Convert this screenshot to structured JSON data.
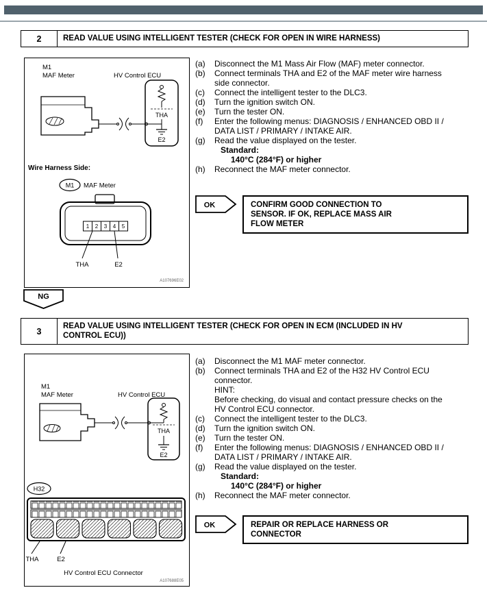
{
  "meta": {
    "top_bar_color": "#50616c"
  },
  "ng_label": "NG",
  "step2": {
    "number": "2",
    "title": "READ VALUE USING INTELLIGENT TESTER (CHECK FOR OPEN IN WIRE HARNESS)",
    "instructions": [
      {
        "id": "(a)",
        "text": "Disconnect the M1 Mass Air Flow (MAF) meter connector."
      },
      {
        "id": "(b)",
        "text": "Connect terminals THA and E2 of the MAF meter wire harness side connector."
      },
      {
        "id": "(c)",
        "text": "Connect the intelligent tester to the DLC3."
      },
      {
        "id": "(d)",
        "text": "Turn the ignition switch ON."
      },
      {
        "id": "(e)",
        "text": "Turn the tester ON."
      },
      {
        "id": "(f)",
        "text": "Enter the following menus: DIAGNOSIS / ENHANCED OBD II / DATA LIST / PRIMARY / INTAKE AIR."
      },
      {
        "id": "(g)",
        "text": "Read the value displayed on the tester."
      },
      {
        "id": "(h)",
        "text": "Reconnect the MAF meter connector."
      }
    ],
    "standard_label": "Standard:",
    "standard_value": "140°C (284°F) or higher",
    "ok_label": "OK",
    "ok_result": "CONFIRM GOOD CONNECTION TO SENSOR. IF OK, REPLACE MASS AIR FLOW METER",
    "diagram": {
      "maf_label_line1": "M1",
      "maf_label_line2": "MAF Meter",
      "ecu_label": "HV Control ECU",
      "tha": "THA",
      "e2": "E2",
      "wire_harness_side": "Wire Harness Side:",
      "connector_oval": "M1",
      "connector_name": "MAF Meter",
      "pins": [
        "1",
        "2",
        "3",
        "4",
        "5"
      ],
      "pin_label_tha": "THA",
      "pin_label_e2": "E2",
      "figure_code": "A107696E02"
    }
  },
  "step3": {
    "number": "3",
    "title": "READ VALUE USING INTELLIGENT TESTER (CHECK FOR OPEN IN ECM (INCLUDED IN HV CONTROL ECU))",
    "instructions": [
      {
        "id": "(a)",
        "text": "Disconnect the M1 MAF meter connector."
      },
      {
        "id": "(b)",
        "text": "Connect terminals THA and E2 of the H32 HV Control ECU connector."
      },
      {
        "id": "(c)",
        "text": "Connect the intelligent tester to the DLC3."
      },
      {
        "id": "(d)",
        "text": "Turn the ignition switch ON."
      },
      {
        "id": "(e)",
        "text": "Turn the tester ON."
      },
      {
        "id": "(f)",
        "text": "Enter the following menus: DIAGNOSIS / ENHANCED OBD II / DATA LIST / PRIMARY / INTAKE AIR."
      },
      {
        "id": "(g)",
        "text": "Read the value displayed on the tester."
      },
      {
        "id": "(h)",
        "text": "Reconnect the MAF meter connector."
      }
    ],
    "hint_label": "HINT:",
    "hint_text": "Before checking, do visual and contact pressure checks on the HV Control ECU connector.",
    "standard_label": "Standard:",
    "standard_value": "140°C (284°F) or higher",
    "ok_label": "OK",
    "ok_result": "REPAIR OR REPLACE HARNESS OR CONNECTOR",
    "diagram": {
      "maf_label_line1": "M1",
      "maf_label_line2": "MAF Meter",
      "ecu_label": "HV Control ECU",
      "tha": "THA",
      "e2": "E2",
      "connector_oval": "H32",
      "pin_label_tha": "THA",
      "pin_label_e2": "E2",
      "caption": "HV Control ECU Connector",
      "figure_code": "A107688E05"
    }
  }
}
